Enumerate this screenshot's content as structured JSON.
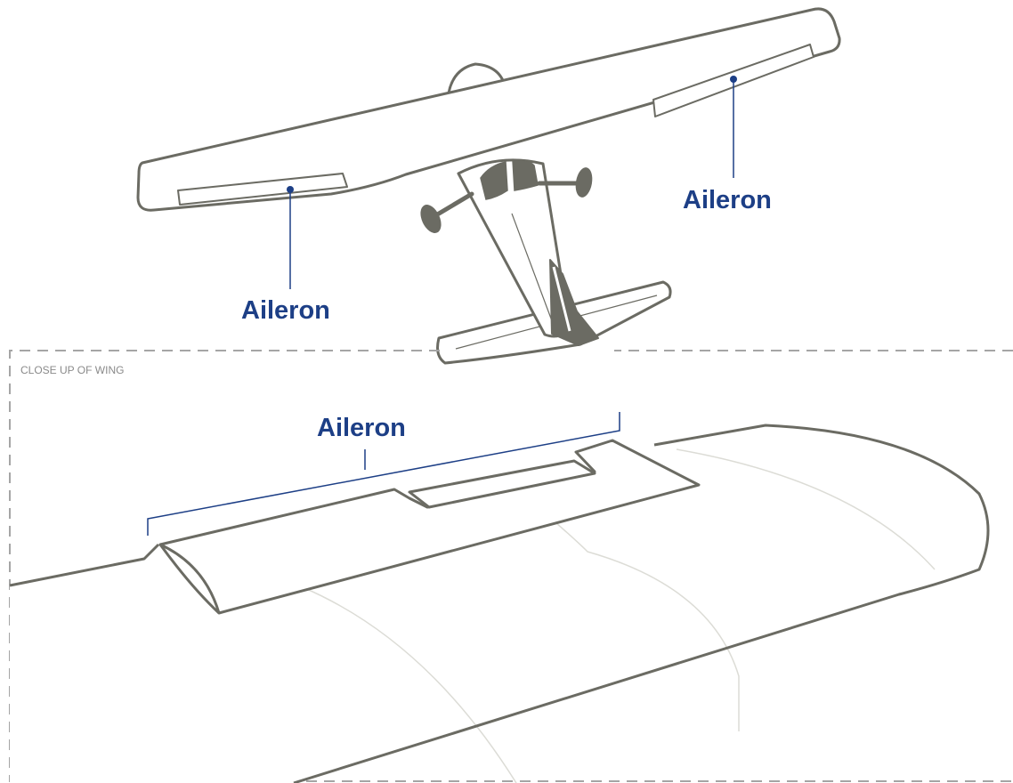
{
  "colors": {
    "outline": "#6b6b63",
    "dark_fill": "#6b6b63",
    "fill": "#ffffff",
    "accent": "#1d3f86",
    "rib_line": "#dcdcd6",
    "frame_dash": "#a5a5a5",
    "small_label": "#8a8a8a"
  },
  "airplane_view": {
    "callouts": [
      {
        "label": "Aileron"
      },
      {
        "label": "Aileron"
      }
    ]
  },
  "closeup": {
    "section_label": "CLOSE UP OF WING",
    "bracket_label": "Aileron"
  }
}
